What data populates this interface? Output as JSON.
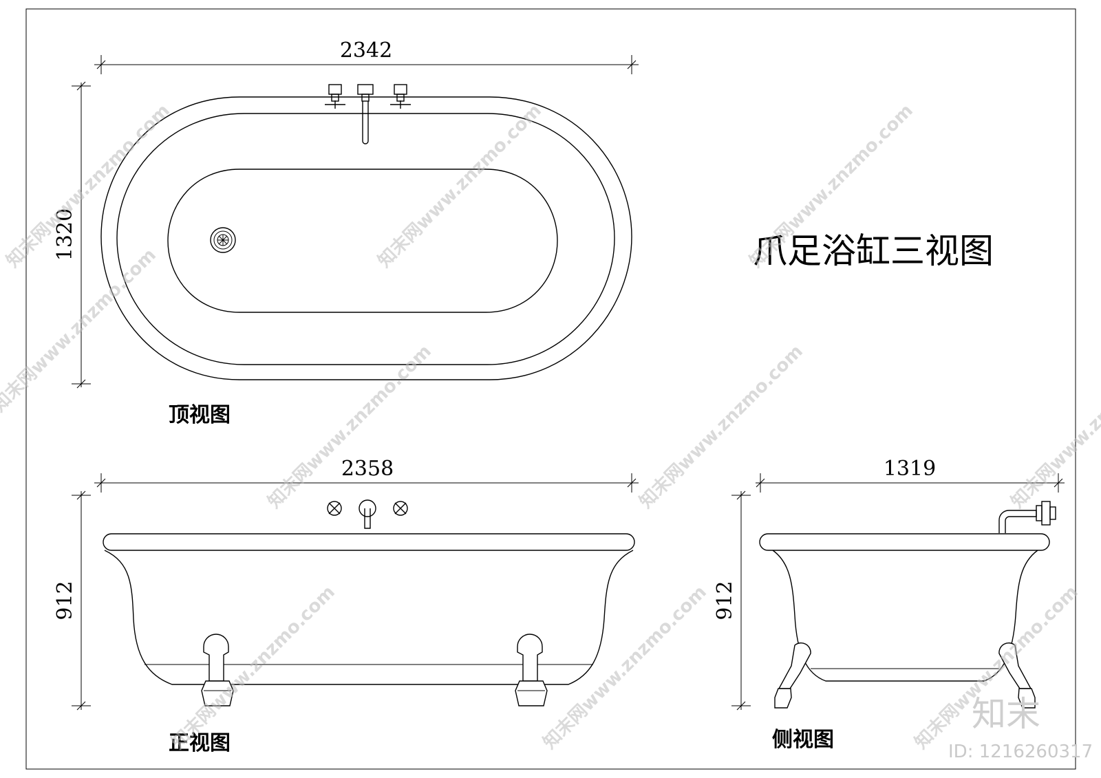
{
  "title": "爪足浴缸三视图",
  "views": {
    "top": {
      "caption": "顶视图",
      "width_dim": "2342",
      "height_dim": "1320"
    },
    "front": {
      "caption": "正视图",
      "width_dim": "2358",
      "height_dim": "912"
    },
    "side": {
      "caption": "侧视图",
      "width_dim": "1319",
      "height_dim": "912"
    }
  },
  "watermark": {
    "text": "知末网www.znzmo.com",
    "logo": "知末",
    "id_label": "ID: 1216260317"
  }
}
